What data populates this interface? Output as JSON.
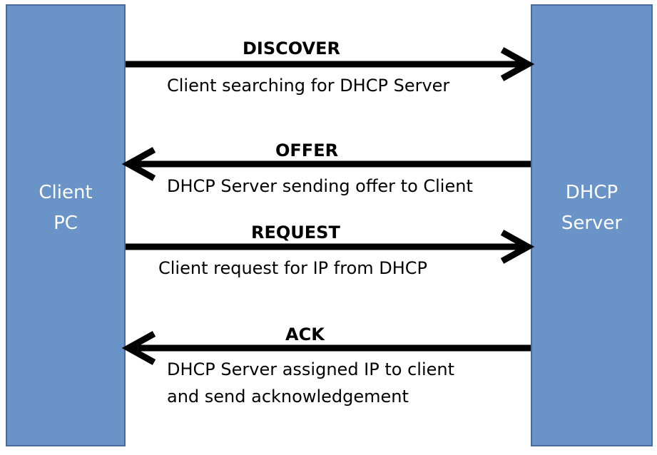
{
  "colors": {
    "entity_fill": "#6A93C8",
    "entity_border": "#4A6E9C",
    "arrow": "#000000"
  },
  "entities": {
    "client": {
      "line1": "Client",
      "line2": "PC"
    },
    "server": {
      "line1": "DHCP",
      "line2": "Server"
    }
  },
  "messages": [
    {
      "title": "DISCOVER",
      "direction": "right",
      "description": [
        "Client searching for DHCP Server"
      ]
    },
    {
      "title": "OFFER",
      "direction": "left",
      "description": [
        "DHCP Server sending offer to Client"
      ]
    },
    {
      "title": "REQUEST",
      "direction": "right",
      "description": [
        "Client request for IP from DHCP"
      ]
    },
    {
      "title": "ACK",
      "direction": "left",
      "description": [
        "DHCP Server assigned IP to client",
        "and send acknowledgement"
      ]
    }
  ]
}
